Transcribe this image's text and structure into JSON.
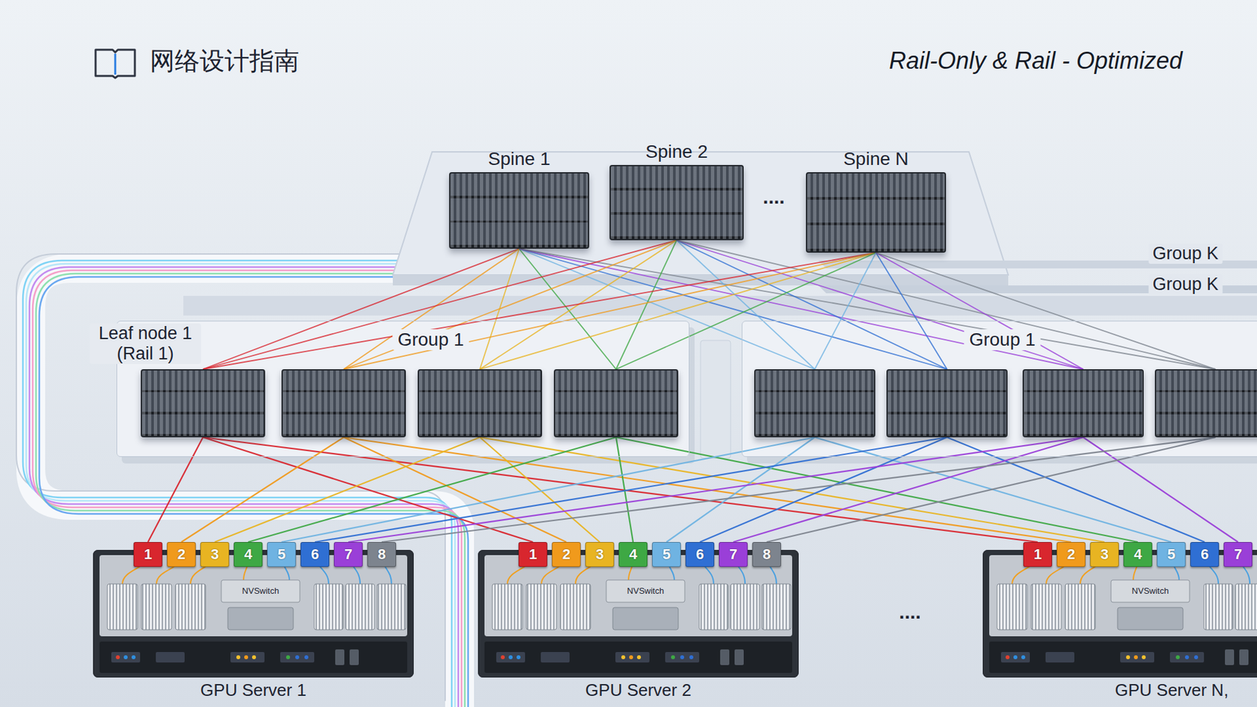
{
  "diagram": {
    "title": "Rail-Only & Rail - Optimized",
    "nodes": [
      {
        "text": [
          "Spine 1"
        ]
      },
      {
        "text": [
          "Spine 2"
        ]
      },
      {
        "text": [
          "Spine N"
        ]
      },
      {
        "text": [
          "Group 1"
        ]
      },
      {
        "text": [
          "Leaf node 1 (Rail 1)"
        ],
        "in": 3
      },
      {
        "text": [],
        "in": 3
      },
      {
        "text": [],
        "in": 3
      },
      {
        "text": [],
        "in": 3
      },
      {
        "text": [
          "Group 1"
        ]
      },
      {
        "text": [],
        "in": 8
      },
      {
        "text": [],
        "in": 8
      },
      {
        "text": [],
        "in": 8
      },
      {
        "text": [],
        "in": 8
      },
      {
        "text": [
          "GPU Server 1"
        ]
      },
      {
        "text": [
          "1"
        ],
        "in": 13
      },
      {
        "text": [
          "2"
        ],
        "in": 13
      },
      {
        "text": [
          "3"
        ],
        "in": 13
      },
      {
        "text": [
          "4"
        ],
        "in": 13
      },
      {
        "text": [
          "5"
        ],
        "in": 13
      },
      {
        "text": [
          "6"
        ],
        "in": 13
      },
      {
        "text": [
          "7"
        ],
        "in": 13
      },
      {
        "text": [
          "8"
        ],
        "in": 13
      },
      {
        "text": [
          "GPU Server 2"
        ]
      },
      {
        "text": [
          "1"
        ],
        "in": 22
      },
      {
        "text": [
          "2"
        ],
        "in": 22
      },
      {
        "text": [
          "3"
        ],
        "in": 22
      },
      {
        "text": [
          "4"
        ],
        "in": 22
      },
      {
        "text": [
          "5"
        ],
        "in": 22
      },
      {
        "text": [
          "6"
        ],
        "in": 22
      },
      {
        "text": [
          "7"
        ],
        "in": 22
      },
      {
        "text": [
          "8"
        ],
        "in": 22
      },
      {
        "text": [
          "GPU Server N,"
        ]
      },
      {
        "text": [
          "1"
        ],
        "in": 31
      },
      {
        "text": [
          "2"
        ],
        "in": 31
      },
      {
        "text": [
          "3"
        ],
        "in": 31
      },
      {
        "text": [
          "4"
        ],
        "in": 31
      },
      {
        "text": [
          "5"
        ],
        "in": 31
      },
      {
        "text": [
          "6"
        ],
        "in": 31
      },
      {
        "text": [
          "7"
        ],
        "in": 31
      }
    ],
    "edges": [
      {
        "from": 0,
        "to": 4,
        "arrow": "none"
      },
      {
        "from": 0,
        "to": 5,
        "arrow": "none"
      },
      {
        "from": 0,
        "to": 6,
        "arrow": "none"
      },
      {
        "from": 0,
        "to": 7,
        "arrow": "none"
      },
      {
        "from": 0,
        "to": 9,
        "arrow": "none"
      },
      {
        "from": 0,
        "to": 10,
        "arrow": "none"
      },
      {
        "from": 0,
        "to": 11,
        "arrow": "none"
      },
      {
        "from": 0,
        "to": 12,
        "arrow": "none"
      },
      {
        "from": 1,
        "to": 4,
        "arrow": "none"
      },
      {
        "from": 1,
        "to": 5,
        "arrow": "none"
      },
      {
        "from": 1,
        "to": 6,
        "arrow": "none"
      },
      {
        "from": 1,
        "to": 7,
        "arrow": "none"
      },
      {
        "from": 1,
        "to": 9,
        "arrow": "none"
      },
      {
        "from": 1,
        "to": 10,
        "arrow": "none"
      },
      {
        "from": 1,
        "to": 11,
        "arrow": "none"
      },
      {
        "from": 1,
        "to": 12,
        "arrow": "none"
      },
      {
        "from": 2,
        "to": 4,
        "arrow": "none"
      },
      {
        "from": 2,
        "to": 5,
        "arrow": "none"
      },
      {
        "from": 2,
        "to": 6,
        "arrow": "none"
      },
      {
        "from": 2,
        "to": 7,
        "arrow": "none"
      },
      {
        "from": 2,
        "to": 9,
        "arrow": "none"
      },
      {
        "from": 2,
        "to": 10,
        "arrow": "none"
      },
      {
        "from": 2,
        "to": 11,
        "arrow": "none"
      },
      {
        "from": 2,
        "to": 12,
        "arrow": "none"
      },
      {
        "from": 4,
        "to": 14,
        "arrow": "none"
      },
      {
        "from": 4,
        "to": 23,
        "arrow": "none"
      },
      {
        "from": 4,
        "to": 32,
        "arrow": "none"
      },
      {
        "from": 5,
        "to": 15,
        "arrow": "none"
      },
      {
        "from": 5,
        "to": 24,
        "arrow": "none"
      },
      {
        "from": 5,
        "to": 33,
        "arrow": "none"
      },
      {
        "from": 6,
        "to": 16,
        "arrow": "none"
      },
      {
        "from": 6,
        "to": 25,
        "arrow": "none"
      },
      {
        "from": 6,
        "to": 34,
        "arrow": "none"
      },
      {
        "from": 7,
        "to": 17,
        "arrow": "none"
      },
      {
        "from": 7,
        "to": 26,
        "arrow": "none"
      },
      {
        "from": 7,
        "to": 35,
        "arrow": "none"
      },
      {
        "from": 9,
        "to": 18,
        "arrow": "none"
      },
      {
        "from": 9,
        "to": 27,
        "arrow": "none"
      },
      {
        "from": 9,
        "to": 36,
        "arrow": "none"
      },
      {
        "from": 10,
        "to": 19,
        "arrow": "none"
      },
      {
        "from": 10,
        "to": 28,
        "arrow": "none"
      },
      {
        "from": 10,
        "to": 37,
        "arrow": "none"
      },
      {
        "from": 11,
        "to": 20,
        "arrow": "none"
      },
      {
        "from": 11,
        "to": 29,
        "arrow": "none"
      },
      {
        "from": 11,
        "to": 38,
        "arrow": "none"
      },
      {
        "from": 12,
        "to": 21,
        "arrow": "none"
      },
      {
        "from": 12,
        "to": 30,
        "arrow": "none"
      }
    ],
    "labels": [
      "网络设计指南",
      "....",
      "Group K",
      "Group K",
      "NVSwitch",
      "NVSwitch",
      "NVSwitch",
      "...."
    ]
  }
}
